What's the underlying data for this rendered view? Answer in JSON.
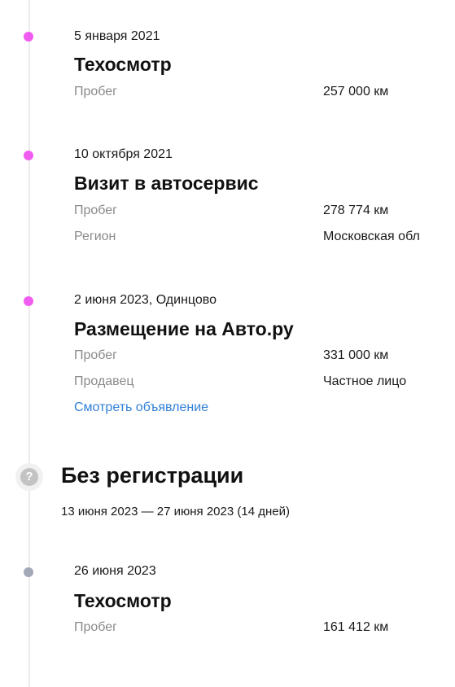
{
  "events": [
    {
      "date": "5 января 2021",
      "title": "Техосмотр",
      "rows": [
        {
          "label": "Пробег",
          "value": "257 000 км"
        }
      ]
    },
    {
      "date": "10 октября 2021",
      "title": "Визит в автосервис",
      "rows": [
        {
          "label": "Пробег",
          "value": "278 774 км"
        },
        {
          "label": "Регион",
          "value": "Московская обл"
        }
      ]
    },
    {
      "date": "2 июня 2023, Одинцово",
      "title": "Размещение на Авто.ру",
      "rows": [
        {
          "label": "Пробег",
          "value": "331 000 км"
        },
        {
          "label": "Продавец",
          "value": "Частное лицо"
        }
      ],
      "link": "Смотреть объявление"
    }
  ],
  "registration_gap": {
    "icon": "question-icon",
    "icon_glyph": "?",
    "title": "Без регистрации",
    "range": "13 июня 2023 — 27 июня 2023 (14 дней)"
  },
  "last_event": {
    "date": "26 июня 2023",
    "title": "Техосмотр",
    "rows": [
      {
        "label": "Пробег",
        "value": "161 412 км"
      }
    ]
  },
  "colors": {
    "event_dot": "#f05cf0",
    "event_dot_inactive": "#a3a9b8",
    "link": "#2f7fd8",
    "label": "#8a8a8a"
  }
}
